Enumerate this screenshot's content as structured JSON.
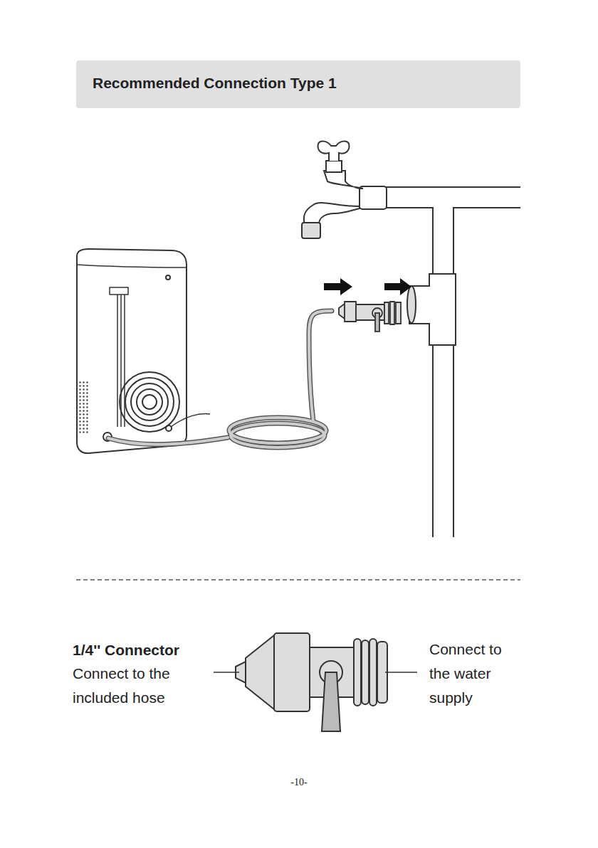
{
  "diagram": {
    "title": "Recommended Connection Type 1",
    "labels": [
      "1/4'' Connector",
      "Connect to the included hose",
      "Connect to the water supply",
      "-10-"
    ]
  }
}
